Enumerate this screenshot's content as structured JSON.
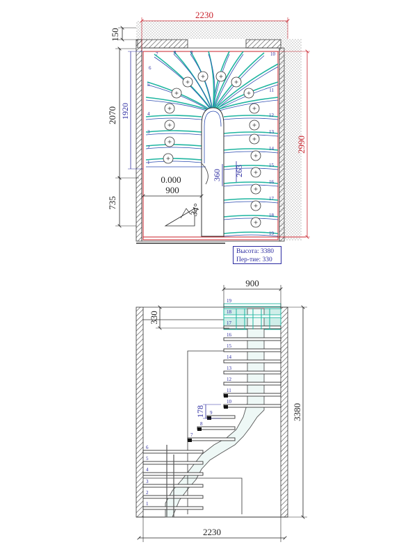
{
  "plan": {
    "dims": {
      "width_top": "2230",
      "top_margin": "150",
      "height_left_outer": "2070",
      "height_left_inner": "1920",
      "lower_left": "735",
      "height_right": "2990",
      "landing_width": "900",
      "floor_level": "0.000",
      "tread_width": "360",
      "tread_depth": "263",
      "angle": "34°"
    },
    "step_numbers_left": [
      "1",
      "2",
      "3",
      "4",
      "5",
      "6",
      "7",
      "8",
      "9"
    ],
    "step_numbers_right": [
      "10",
      "11",
      "12",
      "13",
      "14",
      "15",
      "16",
      "17",
      "18",
      "19"
    ],
    "info": {
      "height_label": "Высота: 3380",
      "floor_label": "Пер-тие:  330"
    }
  },
  "elevation": {
    "dims": {
      "top_width": "900",
      "slab": "330",
      "riser": "178",
      "total_height": "3380",
      "bottom_width": "2230"
    },
    "step_numbers": [
      "1",
      "2",
      "3",
      "4",
      "5",
      "6",
      "7",
      "8",
      "9",
      "10",
      "11",
      "12",
      "13",
      "14",
      "15",
      "16",
      "17",
      "18",
      "19"
    ]
  },
  "colors": {
    "dimension_red": "#c8202a",
    "stair_teal": "#1fb5a0",
    "stair_blue": "#2a4ab0",
    "label_blue": "#2a2aa0",
    "wall_hatch": "#555555"
  }
}
